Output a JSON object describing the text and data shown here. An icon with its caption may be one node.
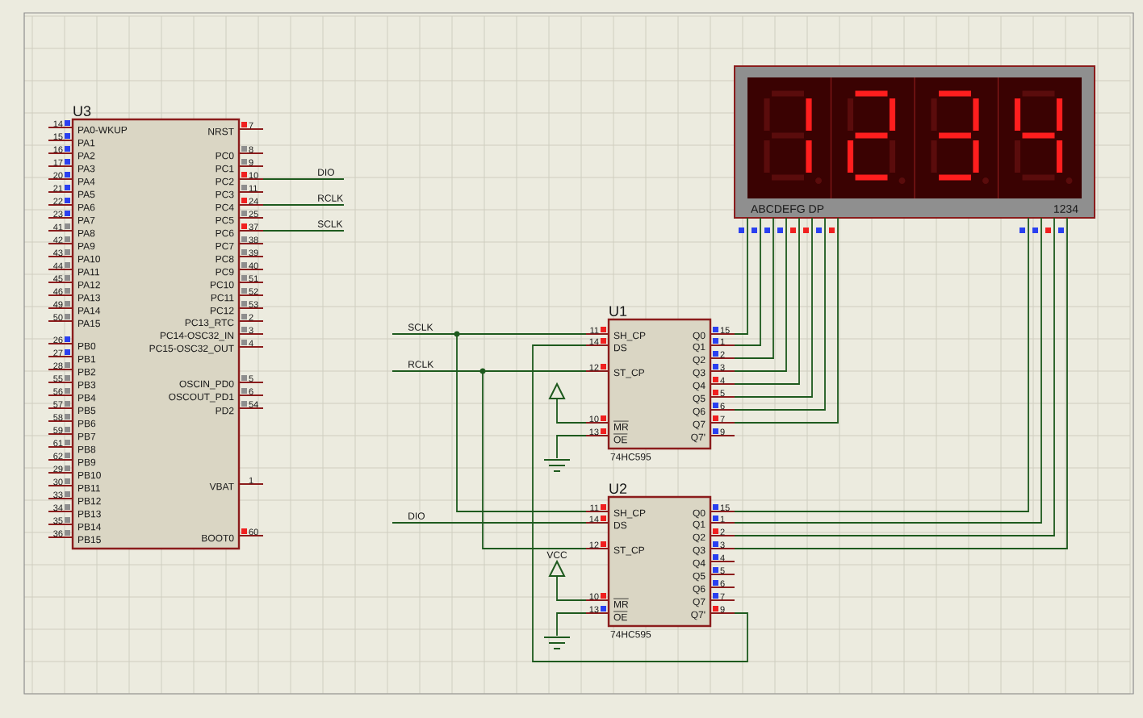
{
  "diagram": {
    "nodes": [
      {
        "text": [
          "U3",
          "PA0-WKUP",
          "PA1",
          "PA2",
          "PA3",
          "PA4",
          "PA5",
          "PA6",
          "PA7",
          "PA8",
          "PA9",
          "PA10",
          "PA11",
          "PA12",
          "PA13",
          "PA14",
          "PA15",
          "PB0",
          "PB1",
          "PB2",
          "PB3",
          "PB4",
          "PB5",
          "PB6",
          "PB7",
          "PB8",
          "PB9",
          "PB10",
          "PB11",
          "PB12",
          "PB13",
          "PB14",
          "PB15",
          "NRST",
          "PC0",
          "PC1",
          "PC2",
          "PC3",
          "PC4",
          "PC5",
          "PC6",
          "PC7",
          "PC8",
          "PC9",
          "PC10",
          "PC11",
          "PC12",
          "PC13_RTC",
          "PC14-OSC32_IN",
          "PC15-OSC32_OUT",
          "OSCIN_PD0",
          "OSCOUT_PD1",
          "PD2",
          "VBAT",
          "BOOT0"
        ],
        "beside": [
          "14",
          "15",
          "16",
          "17",
          "20",
          "21",
          "22",
          "23",
          "41",
          "42",
          "43",
          "44",
          "45",
          "46",
          "49",
          "50",
          "26",
          "27",
          "28",
          "55",
          "56",
          "57",
          "58",
          "59",
          "61",
          "62",
          "29",
          "30",
          "33",
          "34",
          "35",
          "36",
          "7",
          "8",
          "9",
          "10",
          "11",
          "24",
          "25",
          "37",
          "38",
          "39",
          "40",
          "51",
          "52",
          "53",
          "2",
          "3",
          "4",
          "5",
          "6",
          "54",
          "1",
          "60"
        ]
      },
      {
        "text": [
          "U1",
          "SH_CP",
          "DS",
          "ST_CP",
          "MR",
          "OE",
          "Q0",
          "Q1",
          "Q2",
          "Q3",
          "Q4",
          "Q5",
          "Q6",
          "Q7",
          "Q7'"
        ],
        "beside": [
          "11",
          "14",
          "12",
          "10",
          "13",
          "15",
          "1",
          "2",
          "3",
          "4",
          "5",
          "6",
          "7",
          "9",
          "74HC595"
        ]
      },
      {
        "text": [
          "U2",
          "SH_CP",
          "DS",
          "ST_CP",
          "MR",
          "OE",
          "Q0",
          "Q1",
          "Q2",
          "Q3",
          "Q4",
          "Q5",
          "Q6",
          "Q7",
          "Q7'"
        ],
        "beside": [
          "11",
          "14",
          "12",
          "10",
          "13",
          "15",
          "1",
          "2",
          "3",
          "4",
          "5",
          "6",
          "7",
          "9",
          "74HC595"
        ]
      },
      {
        "text": [
          "ABCDEFG DP",
          "1234"
        ]
      },
      {
        "text": [],
        "shape": "picture"
      },
      {
        "text": [],
        "shape": "picture"
      },
      {
        "text": [
          "VCC"
        ]
      },
      {
        "text": [],
        "shape": "picture"
      },
      {
        "text": [
          "DIO"
        ]
      },
      {
        "text": [
          "RCLK"
        ]
      },
      {
        "text": [
          "SCLK"
        ]
      },
      {
        "text": [
          "SCLK"
        ]
      },
      {
        "text": [
          "RCLK"
        ]
      },
      {
        "text": [
          "DIO"
        ]
      }
    ],
    "edges": [
      {
        "from": 0,
        "to": 8,
        "arrow": "none"
      },
      {
        "from": 0,
        "to": 9,
        "arrow": "none"
      },
      {
        "from": 0,
        "to": 10,
        "arrow": "none"
      },
      {
        "from": 11,
        "to": 1,
        "arrow": "none"
      },
      {
        "from": 11,
        "to": 2,
        "arrow": "none"
      },
      {
        "from": 12,
        "to": 1,
        "arrow": "none"
      },
      {
        "from": 12,
        "to": 2,
        "arrow": "none"
      },
      {
        "from": 13,
        "to": 2,
        "arrow": "none"
      },
      {
        "from": 2,
        "to": 1,
        "arrow": "none"
      },
      {
        "from": 1,
        "to": 4,
        "arrow": "none"
      },
      {
        "from": 1,
        "to": 5,
        "arrow": "none"
      },
      {
        "from": 2,
        "to": 6,
        "arrow": "none"
      },
      {
        "from": 2,
        "to": 7,
        "arrow": "none"
      },
      {
        "from": 1,
        "to": 3,
        "arrow": "none"
      },
      {
        "from": 1,
        "to": 3,
        "arrow": "none"
      },
      {
        "from": 1,
        "to": 3,
        "arrow": "none"
      },
      {
        "from": 1,
        "to": 3,
        "arrow": "none"
      },
      {
        "from": 1,
        "to": 3,
        "arrow": "none"
      },
      {
        "from": 1,
        "to": 3,
        "arrow": "none"
      },
      {
        "from": 1,
        "to": 3,
        "arrow": "none"
      },
      {
        "from": 1,
        "to": 3,
        "arrow": "none"
      },
      {
        "from": 2,
        "to": 3,
        "arrow": "none"
      },
      {
        "from": 2,
        "to": 3,
        "arrow": "none"
      },
      {
        "from": 2,
        "to": 3,
        "arrow": "none"
      },
      {
        "from": 2,
        "to": 3,
        "arrow": "none"
      }
    ]
  }
}
